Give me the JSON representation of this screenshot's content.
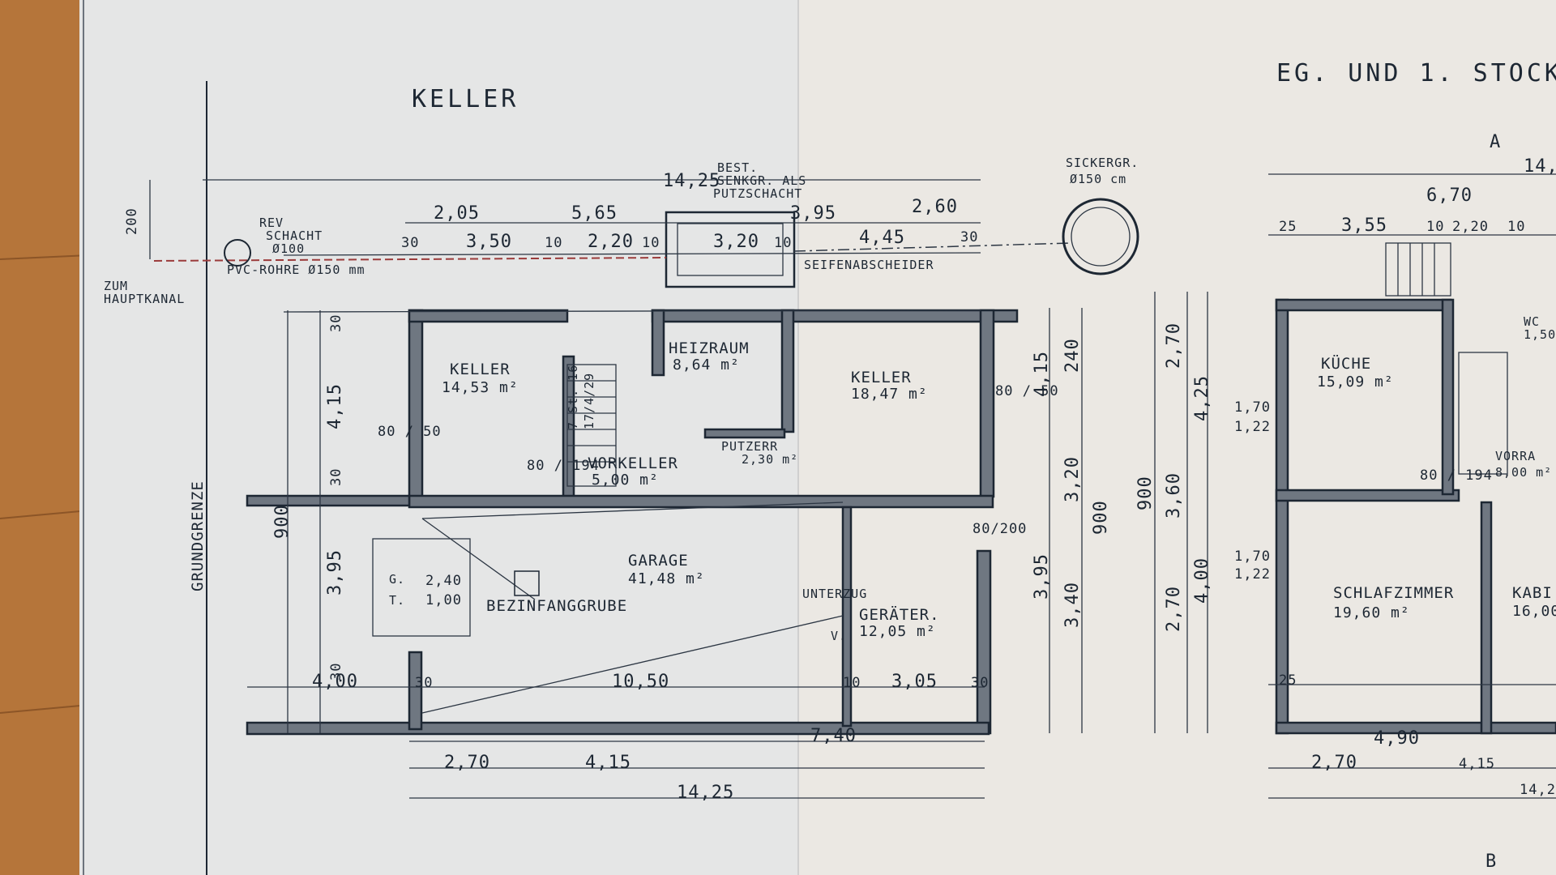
{
  "titles": {
    "basement": "KELLER",
    "ground_floor": "EG. UND 1. STOCK",
    "property_line": "GRUNDGRENZE",
    "marker_a": "A",
    "marker_b": "B"
  },
  "rooms": {
    "keller_left": {
      "name": "KELLER",
      "area": "14,53 m²"
    },
    "heizraum": {
      "name": "HEIZRAUM",
      "area": "8,64 m²"
    },
    "keller_right": {
      "name": "KELLER",
      "area": "18,47 m²"
    },
    "vorkeller": {
      "name": "VORKELLER",
      "area": "5,00 m²"
    },
    "putzerr": {
      "name": "PUTZERR",
      "area": "2,30 m²"
    },
    "garage": {
      "name": "GARAGE",
      "area": "41,48 m²"
    },
    "benzinfanggrube": {
      "name": "BEZINFANGGRUBE"
    },
    "geraeter": {
      "name": "GERÄTER.",
      "area": "12,05 m²"
    },
    "kueche": {
      "name": "KÜCHE",
      "area": "15,09 m²"
    },
    "schlafzimmer": {
      "name": "SCHLAFZIMMER",
      "area": "19,60 m²"
    },
    "kabinett": {
      "name": "KABI",
      "area": "16,00"
    },
    "vorraum": {
      "name": "VORRA",
      "area": "8,00 m²"
    },
    "wc": {
      "name": "WC",
      "area": "1,50"
    }
  },
  "annotations": {
    "best_1": "BEST.",
    "senkgrube": "SENKGR. ALS",
    "putzschacht": "PUTZSCHACHT",
    "rev_schacht_1": "REV",
    "rev_schacht_2": "SCHACHT",
    "rev_schacht_3": "Ø100",
    "pvc": "PVC-ROHRE Ø150 mm",
    "zum_hauptkanal_1": "ZUM",
    "zum_hauptkanal_2": "HAUPTKANAL",
    "sickergrube_1": "SICKERGR.",
    "sickergrube_2": "Ø150 cm",
    "seifenabscheider": "SEIFENABSCHEIDER",
    "unterzug": "UNTERZUG",
    "stairs_1": "7 St. 16",
    "stairs_2": "17/4/29",
    "door_g": "G.",
    "door_t": "T.",
    "pit_1": "2,40",
    "pit_2": "1,00",
    "v": "V."
  },
  "dimensions": {
    "top_total": "14,25",
    "top_a": "2,05",
    "top_b": "5,65",
    "top_c": "3,95",
    "top_d": "2,60",
    "top_e": "30",
    "top_f": "3,50",
    "top_g": "10",
    "top_h": "2,20",
    "top_i": "10",
    "top_j": "3,20",
    "top_k": "10",
    "top_l": "4,45",
    "top_m": "30",
    "left_200": "200",
    "left_900": "900",
    "left_415": "4,15",
    "left_395": "3,95",
    "left_30a": "30",
    "left_30b": "30",
    "left_30c": "30",
    "right_240": "240",
    "right_415": "4,15",
    "right_320": "3,20",
    "right_900": "900",
    "right_360": "3,60",
    "right_270": "2,70",
    "right_340": "3,40",
    "right_395": "3,95",
    "right_425": "4,25",
    "right_400": "4,00",
    "right_270b": "2,70",
    "right_900b": "900",
    "bot_400": "4,00",
    "bot_30a": "30",
    "bot_1050": "10,50",
    "bot_10": "10",
    "bot_305": "3,05",
    "bot_30b": "30",
    "bot_270": "2,70",
    "bot_415": "4,15",
    "bot_740": "7,40",
    "bot_1425": "14,25",
    "eg_670": "6,70",
    "eg_25": "25",
    "eg_355": "3,55",
    "eg_10": "10",
    "eg_220": "2,20",
    "eg_10b": "10",
    "eg_14": "14,",
    "eg_bot_25": "25",
    "eg_bot_490": "4,90",
    "eg_bot_270": "2,70",
    "eg_bot_415": "4,15",
    "eg_bot_142": "14,2",
    "win_170a": "1,70",
    "win_122a": "1,22",
    "win_170b": "1,70",
    "win_122b": "1,22",
    "door_80_50a": "80 / 50",
    "door_80_50b": "80 / 50",
    "door_80_194a": "80 / 194",
    "door_80_194b": "80 / 194",
    "door_80_200": "80/200"
  }
}
